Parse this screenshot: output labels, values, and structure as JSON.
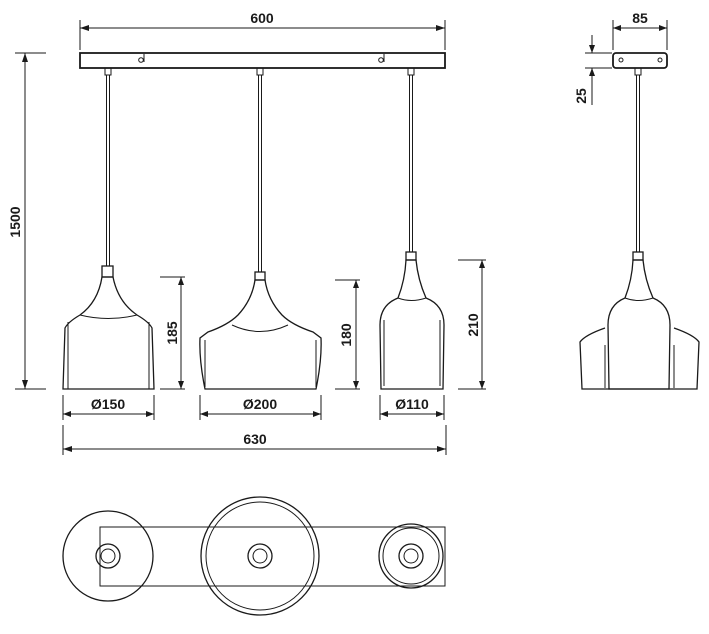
{
  "diagram": {
    "dimensions": {
      "canopy_length": "600",
      "canopy_depth": "85",
      "canopy_height": "25",
      "total_height": "1500",
      "shade1_height": "185",
      "shade2_height": "180",
      "shade3_height": "210",
      "shade1_diameter": "Ø150",
      "shade2_diameter": "Ø200",
      "shade3_diameter": "Ø110",
      "total_width": "630"
    }
  }
}
